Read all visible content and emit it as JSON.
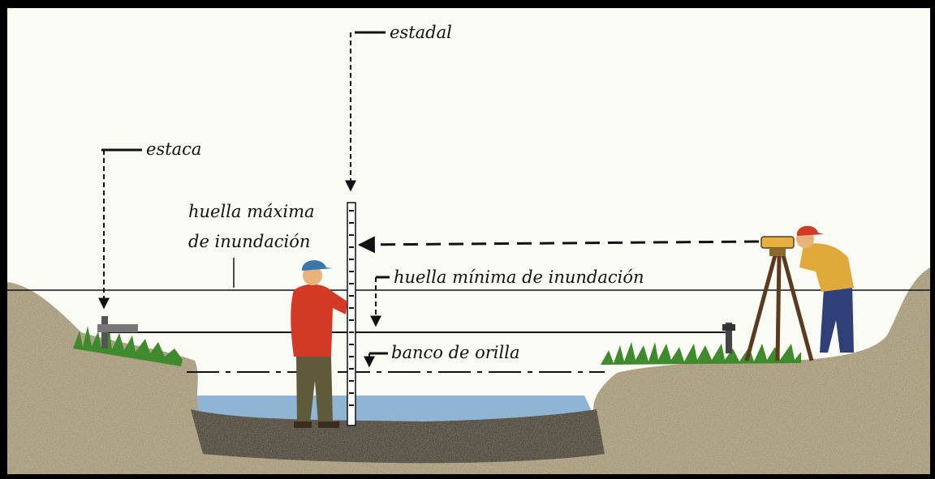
{
  "labels": {
    "estadal": "estadal",
    "estaca": "estaca",
    "huella_maxima_1": "huella máxima",
    "huella_maxima_2": "de inundación",
    "huella_minima": "huella mínima de inundación",
    "banco_orilla": "banco de orilla"
  },
  "colors": {
    "frame": "#000000",
    "sky": "#fbfbf6",
    "soil": "#b9ad8e",
    "soil_dark": "#6b6350",
    "grass": "#3f8a2c",
    "water": "#8fb4d4",
    "shirt_left": "#d23a25",
    "shirt_right": "#e0a93b",
    "jeans": "#2f3f78",
    "cap": "#3a78a8"
  }
}
